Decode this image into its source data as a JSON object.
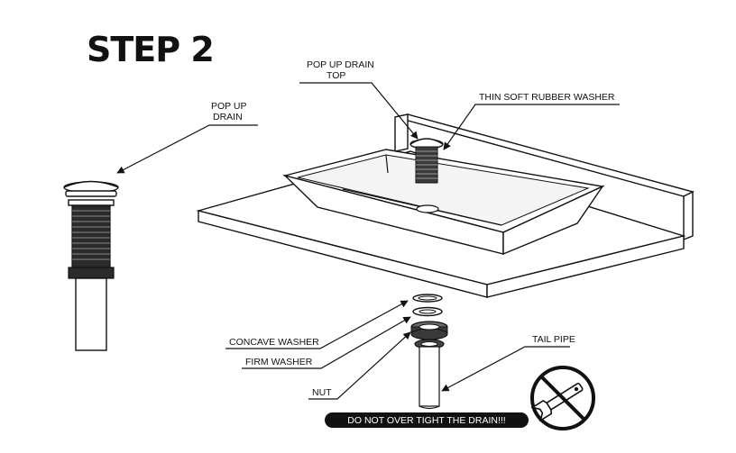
{
  "title": "STEP 2",
  "labels": {
    "pop_up_drain_left_line1": "POP UP",
    "pop_up_drain_left_line2": "DRAIN",
    "pop_up_drain_top_line1": "POP UP DRAIN",
    "pop_up_drain_top_line2": "TOP",
    "thin_soft_rubber_washer": "THIN SOFT RUBBER WASHER",
    "concave_washer": "CONCAVE  WASHER",
    "firm_washer": "FIRM WASHER",
    "nut": "NUT",
    "tail_pipe": "TAIL PIPE"
  },
  "warning": "DO NOT OVER TIGHT THE DRAIN!!!",
  "icons": [
    "no-wrench-icon"
  ]
}
